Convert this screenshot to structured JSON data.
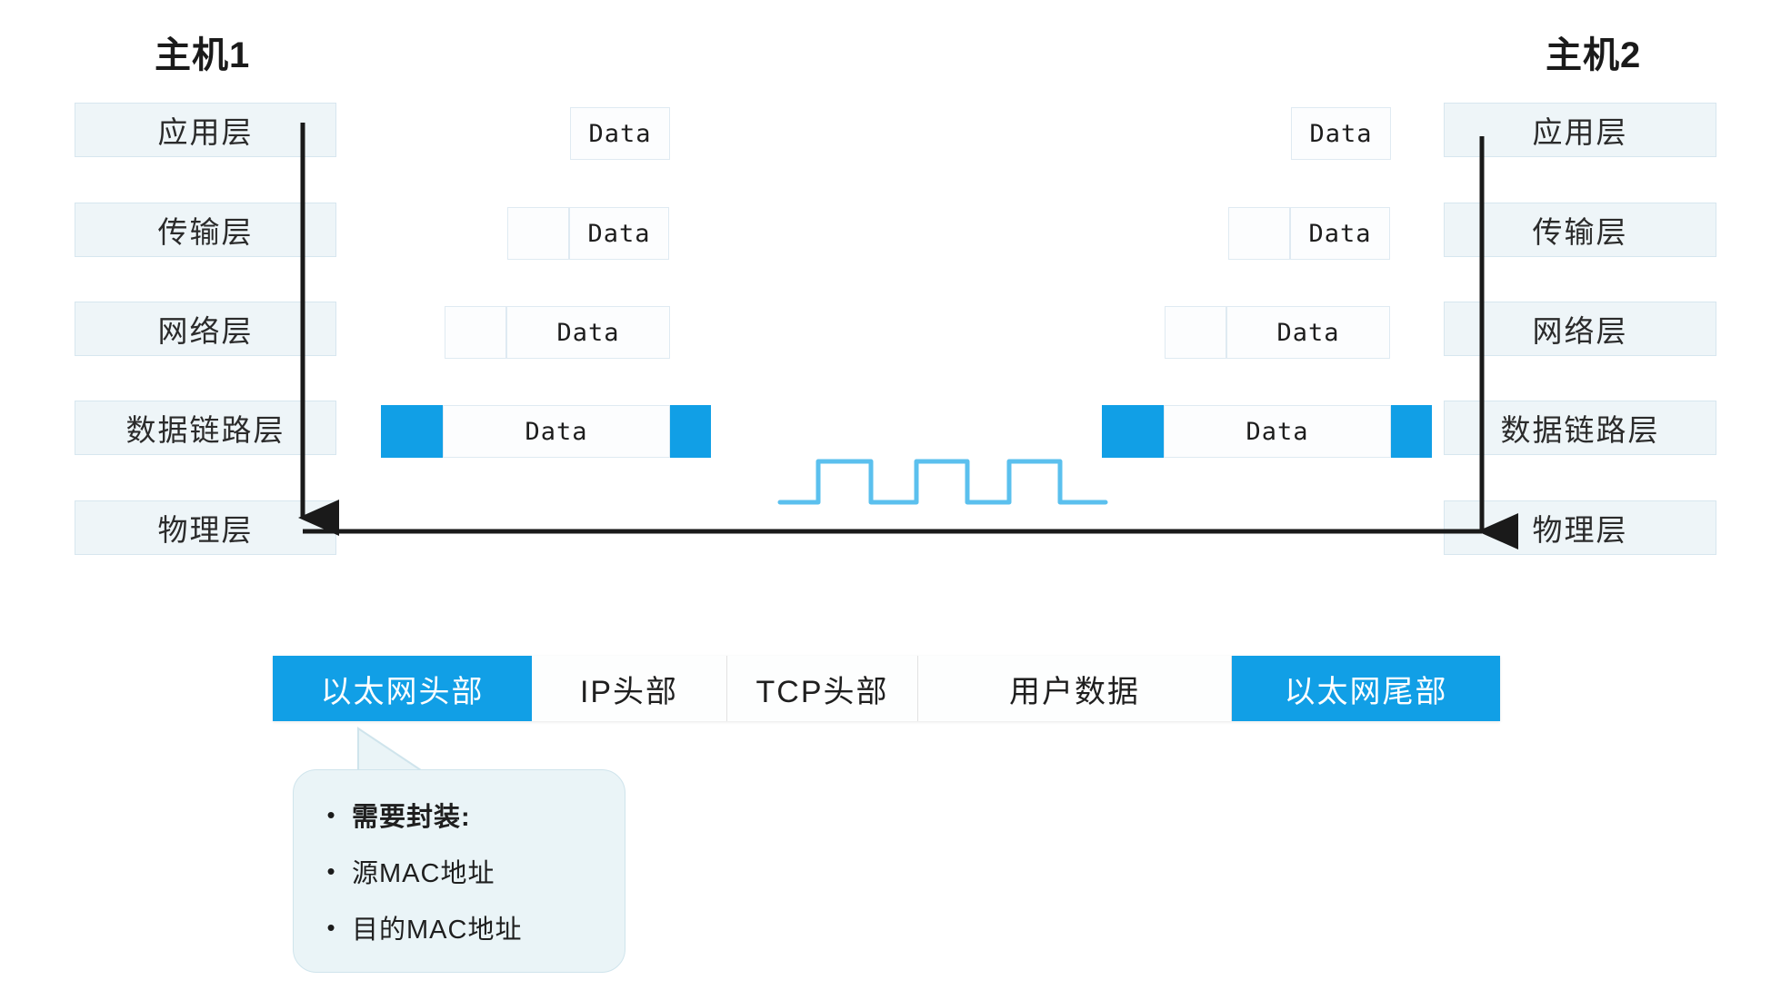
{
  "hosts": {
    "left": {
      "title": "主机1"
    },
    "right": {
      "title": "主机2"
    }
  },
  "layers": [
    {
      "name": "application",
      "label": "应用层"
    },
    {
      "name": "transport",
      "label": "传输层"
    },
    {
      "name": "network",
      "label": "网络层"
    },
    {
      "name": "datalink",
      "label": "数据链路层"
    },
    {
      "name": "physical",
      "label": "物理层"
    }
  ],
  "pdu": {
    "data_label": "Data",
    "left": [
      {
        "layer": "application",
        "cells": [
          "Data"
        ]
      },
      {
        "layer": "transport",
        "cells": [
          "",
          "Data"
        ]
      },
      {
        "layer": "network",
        "cells": [
          "",
          "Data"
        ]
      },
      {
        "layer": "datalink",
        "cells": [
          "",
          "Data",
          ""
        ]
      }
    ],
    "right": [
      {
        "layer": "application",
        "cells": [
          "Data"
        ]
      },
      {
        "layer": "transport",
        "cells": [
          "",
          "Data"
        ]
      },
      {
        "layer": "network",
        "cells": [
          "",
          "Data"
        ]
      },
      {
        "layer": "datalink",
        "cells": [
          "",
          "Data",
          ""
        ]
      }
    ]
  },
  "frame_bar": {
    "cells": [
      {
        "label": "以太网头部",
        "accent": true
      },
      {
        "label": "IP头部",
        "accent": false
      },
      {
        "label": "TCP头部",
        "accent": false
      },
      {
        "label": "用户数据",
        "accent": false
      },
      {
        "label": "以太网尾部",
        "accent": true
      }
    ]
  },
  "callout": {
    "bullet": "•",
    "lines": [
      {
        "text": "需要封装:",
        "bold": true
      },
      {
        "text": "源MAC地址",
        "bold": false
      },
      {
        "text": "目的MAC地址",
        "bold": false
      }
    ]
  },
  "colors": {
    "accent_blue": "#119fe6",
    "layer_fill": "#eef5f8",
    "layer_border": "#d7e6ef",
    "arrow_black": "#1a1a1a",
    "wave_blue": "#5bc0ee",
    "callout_fill": "#eaf4f7"
  },
  "signal": {
    "name": "physical-signal-waveform",
    "pulses": 3
  }
}
